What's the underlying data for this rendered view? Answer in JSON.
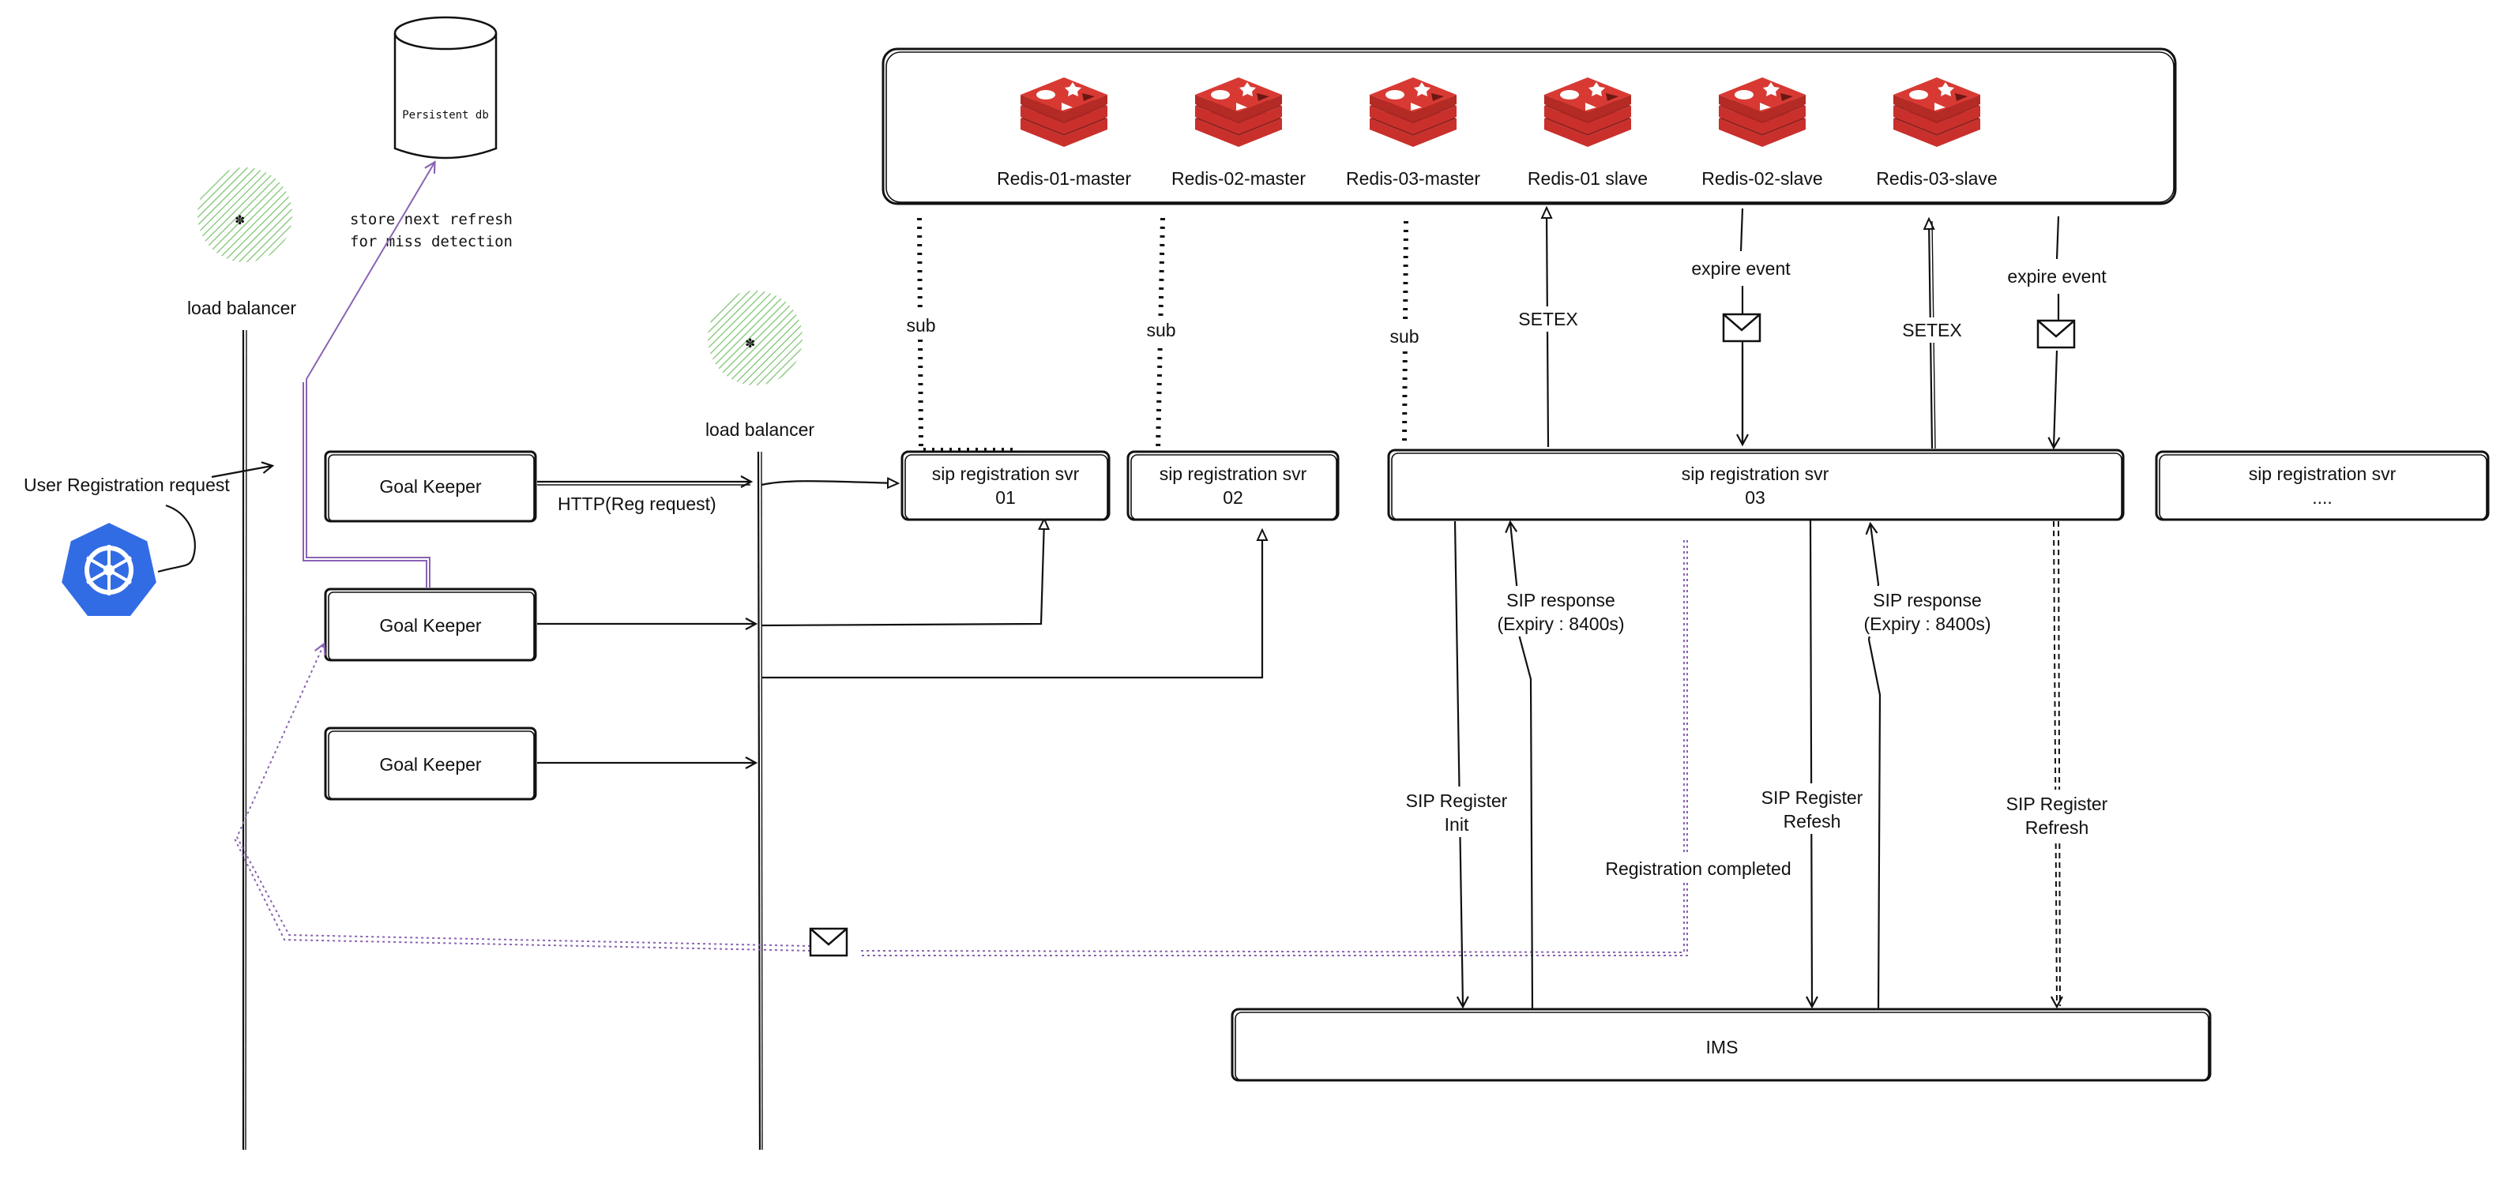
{
  "redis_nodes": [
    {
      "label": "Redis-01-master"
    },
    {
      "label": "Redis-02-master"
    },
    {
      "label": "Redis-03-master"
    },
    {
      "label": "Redis-01 slave"
    },
    {
      "label": "Redis-02-slave"
    },
    {
      "label": "Redis-03-slave"
    }
  ],
  "load_balancer_left": "load balancer",
  "load_balancer_mid": "load balancer",
  "persistent_db": "Persistent db",
  "store_note_line1": "store next refresh",
  "store_note_line2": "for miss detection",
  "user_request": "User Registration request",
  "goal_keepers": [
    "Goal Keeper",
    "Goal Keeper",
    "Goal Keeper"
  ],
  "http_label": "HTTP(Reg request)",
  "sip_servers": [
    {
      "line1": "sip registration svr",
      "line2": "01"
    },
    {
      "line1": "sip registration svr",
      "line2": "02"
    },
    {
      "line1": "sip registration svr",
      "line2": "03"
    },
    {
      "line1": "sip registration svr",
      "line2": "...."
    }
  ],
  "sub_labels": [
    "sub",
    "sub",
    "sub"
  ],
  "setex_labels": [
    "SETEX",
    "SETEX"
  ],
  "expire_labels": [
    "expire event",
    "expire event"
  ],
  "sip_response_1": {
    "line1": "SIP response",
    "line2": "(Expiry : 8400s)"
  },
  "sip_response_2": {
    "line1": "SIP response",
    "line2": "(Expiry : 8400s)"
  },
  "sip_register_init": {
    "line1": "SIP Register",
    "line2": "Init"
  },
  "sip_register_refesh": {
    "line1": "SIP Register",
    "line2": "Refesh"
  },
  "sip_register_refresh": {
    "line1": "SIP Register",
    "line2": "Refresh"
  },
  "registration_completed": "Registration completed",
  "ims": "IMS",
  "colors": {
    "redis_red": "#c9302c",
    "redis_dark": "#8e1f1b",
    "k8s_blue": "#326ce5",
    "lb_green": "#7cc46f",
    "purple_line": "#8a63b3"
  }
}
